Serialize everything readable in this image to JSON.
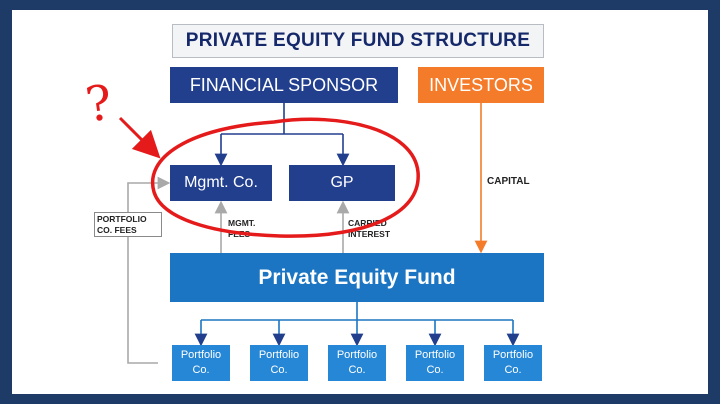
{
  "title": "PRIVATE EQUITY FUND STRUCTURE",
  "sponsor": "FINANCIAL SPONSOR",
  "investors": "INVESTORS",
  "mgmt_co": "Mgmt. Co.",
  "gp": "GP",
  "fund": "Private Equity Fund",
  "labels": {
    "capital": "CAPITAL",
    "portfolio_fees": "PORTFOLIO CO. FEES",
    "mgmt_fees": "MGMT. FEES",
    "carried_interest": "CARRIED INTEREST"
  },
  "portfolio_companies": [
    {
      "line1": "Portfolio",
      "line2": "Co."
    },
    {
      "line1": "Portfolio",
      "line2": "Co."
    },
    {
      "line1": "Portfolio",
      "line2": "Co."
    },
    {
      "line1": "Portfolio",
      "line2": "Co."
    },
    {
      "line1": "Portfolio",
      "line2": "Co."
    }
  ],
  "annotation": {
    "mark": "?"
  },
  "colors": {
    "navy": "#223f8e",
    "orange": "#f47b2a",
    "fund_blue": "#1b75c2",
    "portfolio_blue": "#2687d6",
    "annotation_red": "#e51b1b",
    "border": "#1e3a66"
  }
}
